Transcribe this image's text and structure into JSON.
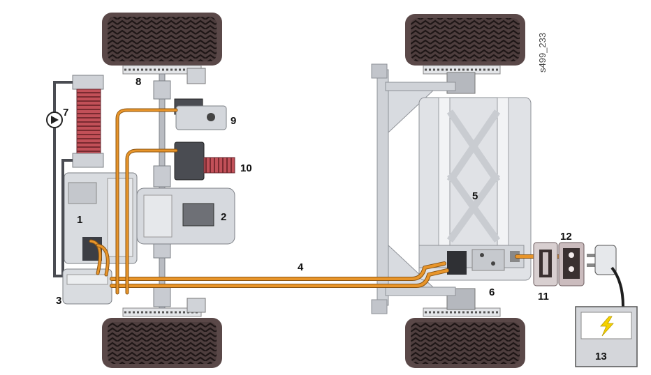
{
  "image_code": "s499_233",
  "labels": {
    "l1": "1",
    "l2": "2",
    "l3": "3",
    "l4": "4",
    "l5": "5",
    "l6": "6",
    "l7": "7",
    "l8": "8",
    "l9": "9",
    "l10": "10",
    "l11": "11",
    "l12": "12",
    "l13": "13"
  },
  "colors": {
    "hv_cable": "#e8952a",
    "cable_outline": "#8a5412",
    "wheel": "#5a4848",
    "tread": "#2a2020",
    "frame": "#c8cbd1",
    "component_dark": "#3c3e44",
    "coil_red": "#b8444a",
    "charger_yellow": "#f5d200"
  },
  "icons": {
    "pump": "pump-icon",
    "lightning": "lightning-icon"
  }
}
